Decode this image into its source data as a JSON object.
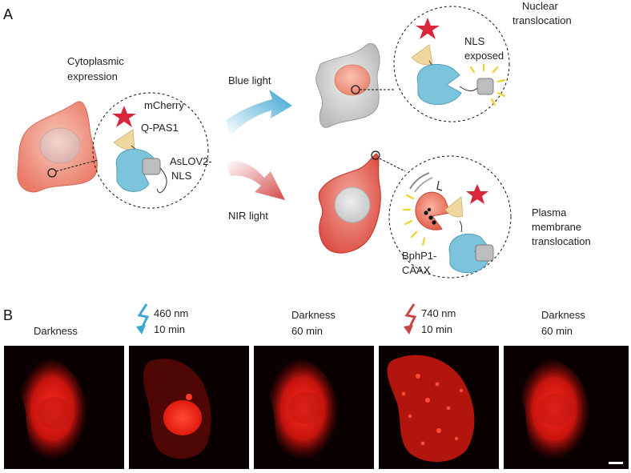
{
  "panel_a": {
    "letter": "A",
    "cytoplasmic": [
      "Cytoplasmic",
      "expression"
    ],
    "mcherry": "mCherry",
    "qpas1": "Q-PAS1",
    "aslov2": [
      "AsLOV2-",
      "NLS"
    ],
    "blue_light": "Blue light",
    "nir_light": "NIR light",
    "nuclear": [
      "Nuclear",
      "translocation"
    ],
    "nls_exposed": [
      "NLS",
      "exposed"
    ],
    "plasma": [
      "Plasma",
      "membrane",
      "translocation"
    ],
    "bphp1": [
      "BphP1-",
      "CAAX"
    ]
  },
  "panel_b": {
    "letter": "B",
    "conditions": [
      {
        "lines": [
          "Darkness"
        ],
        "icon": "none"
      },
      {
        "lines": [
          "460 nm",
          "10 min"
        ],
        "icon": "blue-light-arrow-icon"
      },
      {
        "lines": [
          "Darkness",
          "60 min"
        ],
        "icon": "none"
      },
      {
        "lines": [
          "740 nm",
          "10 min"
        ],
        "icon": "nir-light-arrow-icon"
      },
      {
        "lines": [
          "Darkness",
          "60 min"
        ],
        "icon": "none"
      }
    ]
  },
  "colors": {
    "blue": "#3aa7d6",
    "nir": "#c64545",
    "cell_red": "#ef8a78",
    "star": "#d9263a",
    "lov": "#78c0db",
    "fluor": "#e8221d"
  }
}
